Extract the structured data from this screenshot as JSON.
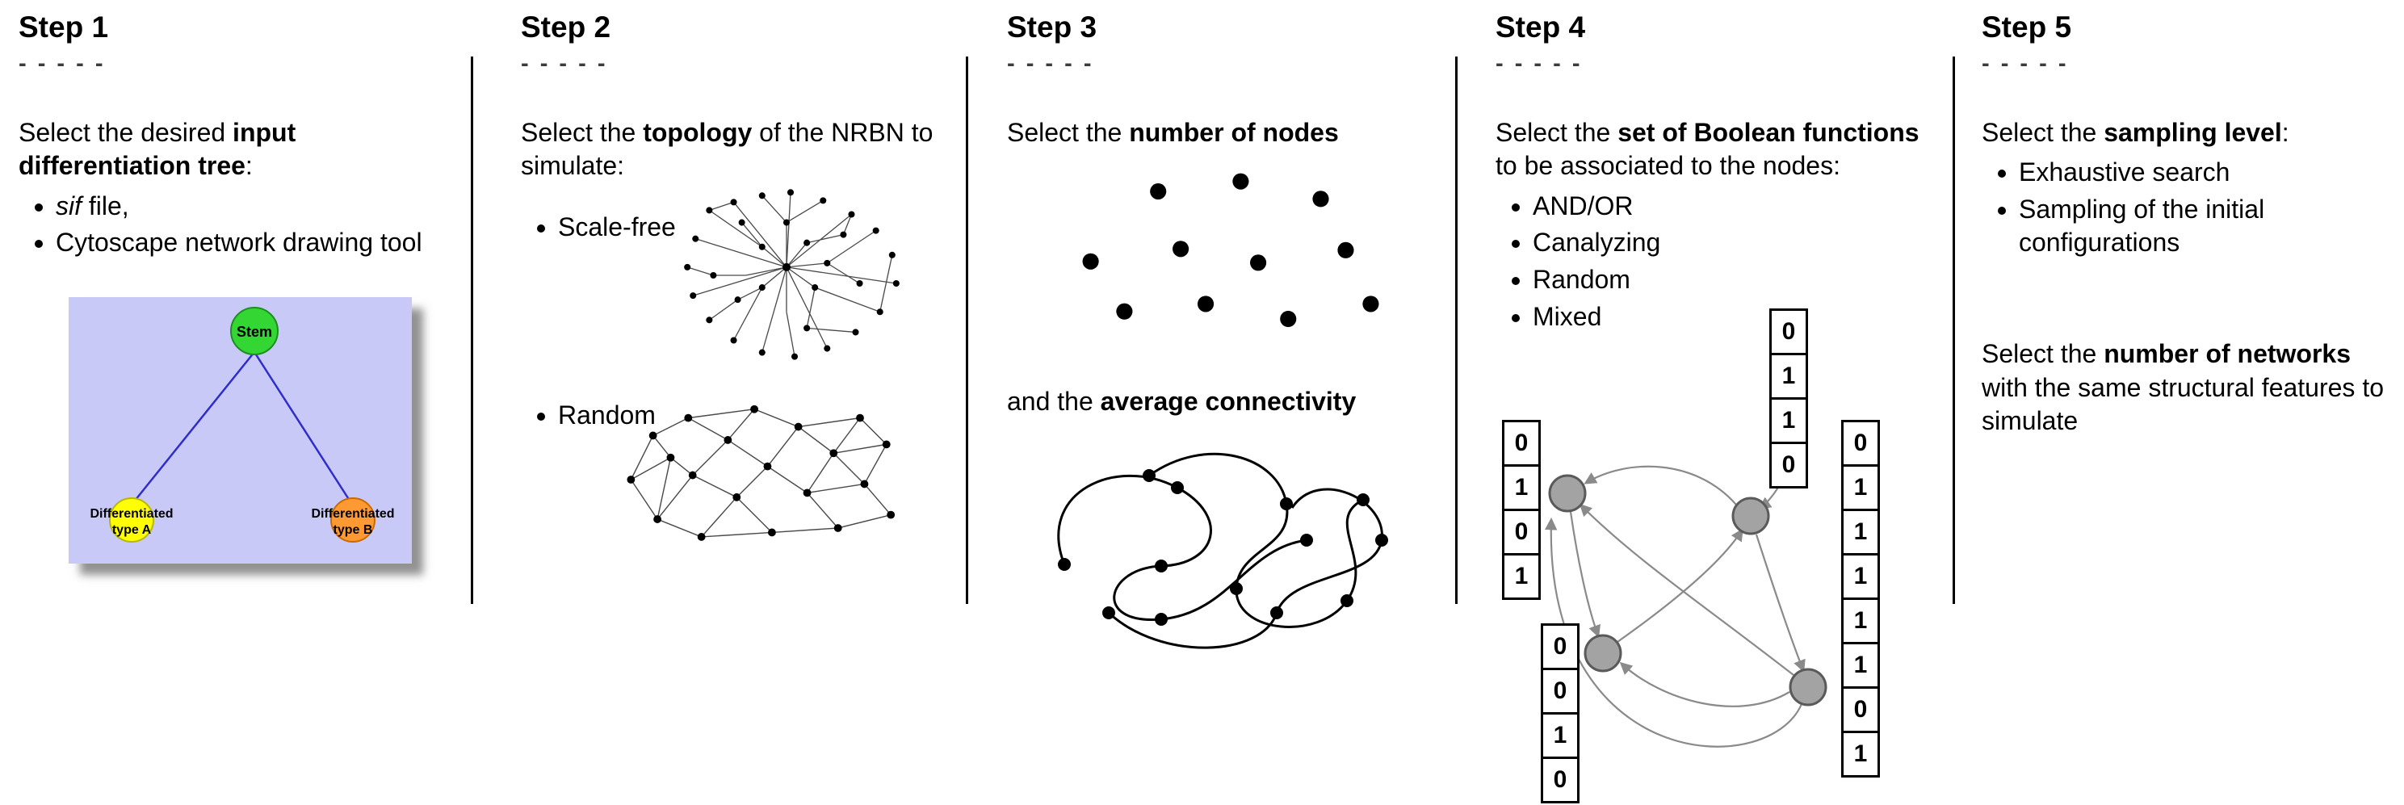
{
  "steps": [
    {
      "title": "Step 1",
      "dashes": "- - - - -",
      "text": {
        "pre": "Select the desired ",
        "bold": "input differentiation tree",
        "post": ":"
      },
      "bullets": [
        {
          "italic": "sif",
          "rest": " file,"
        },
        {
          "text": "Cytoscape network drawing tool"
        }
      ],
      "tree": {
        "stem": "Stem",
        "type_a_line1": "Differentiated",
        "type_a_line2": "type A",
        "type_b_line1": "Differentiated",
        "type_b_line2": "type B",
        "colors": {
          "background": "#c9c9f7",
          "stem": "#33d633",
          "type_a": "#ffff00",
          "type_b": "#ff9933",
          "edge": "#2d2dcc"
        }
      }
    },
    {
      "title": "Step 2",
      "dashes": "- - - - -",
      "text": {
        "pre": "Select the ",
        "bold": "topology",
        "post": " of the NRBN to simulate:"
      },
      "bullets": [
        {
          "text": "Scale-free"
        },
        {
          "text": "Random"
        }
      ]
    },
    {
      "title": "Step 3",
      "dashes": "- - - - -",
      "text1": {
        "pre": "Select the ",
        "bold": "number of nodes"
      },
      "text2": {
        "pre": "and the ",
        "bold": "average connectivity"
      }
    },
    {
      "title": "Step 4",
      "dashes": "- - - - -",
      "text": {
        "pre": "Select the ",
        "bold": "set of Boolean functions",
        "post": " to be associated to the nodes:"
      },
      "bullets": [
        {
          "text": "AND/OR"
        },
        {
          "text": "Canalyzing"
        },
        {
          "text": "Random"
        },
        {
          "text": "Mixed"
        }
      ],
      "tables": {
        "left": [
          "0",
          "1",
          "0",
          "1"
        ],
        "top": [
          "0",
          "1",
          "1",
          "0"
        ],
        "bottom_left": [
          "0",
          "0",
          "1",
          "0"
        ],
        "right": [
          "0",
          "1",
          "1",
          "1",
          "1",
          "1",
          "0",
          "1"
        ]
      }
    },
    {
      "title": "Step 5",
      "dashes": "- - - - -",
      "text1": {
        "pre": "Select the ",
        "bold": "sampling level",
        "post": ":"
      },
      "bullets": [
        {
          "text": "Exhaustive search"
        },
        {
          "text": "Sampling of the initial configurations"
        }
      ],
      "text2": {
        "pre": "Select the ",
        "bold": "number of networks",
        "post": " with the same structural features to simulate"
      }
    }
  ]
}
